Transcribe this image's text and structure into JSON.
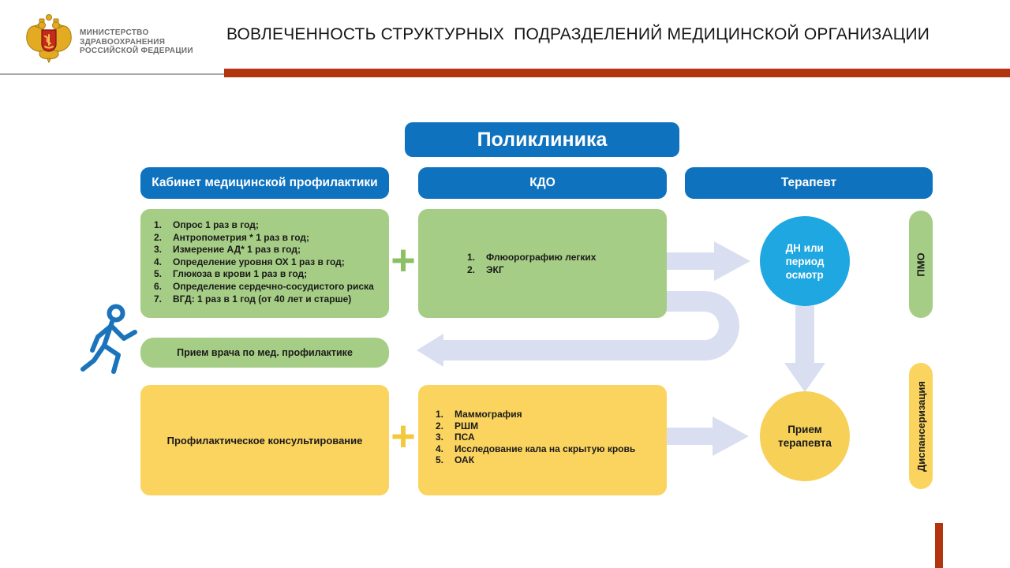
{
  "slide": {
    "header": {
      "ministry_name": "МИНИСТЕРСТВО\nЗДРАВООХРАНЕНИЯ\nРОССИЙСКОЙ ФЕДЕРАЦИИ",
      "title": "ВОВЛЕЧЕННОСТЬ СТРУКТУРНЫХ  ПОДРАЗДЕЛЕНИЙ МЕДИЦИНСКОЙ ОРГАНИЗАЦИИ"
    },
    "diagram": {
      "polyclinic_label": "Поликлиника",
      "column_headers": {
        "prevention_office": "Кабинет медицинской профилактики",
        "kdo": "КДО",
        "therapist": "Терапевт"
      },
      "prevention_office_services": [
        "Опрос 1 раз в год;",
        "Антропометрия * 1 раз в год;",
        "Измерение АД* 1 раз в год;",
        "Определение уровня ОХ 1 раз в год;",
        "Глюкоза в крови 1 раз в год;",
        "Определение сердечно-сосудистого риска",
        "ВГД: 1 раз в 1 год (от 40 лет и старше)"
      ],
      "plus_sign": "+",
      "kdo_pmo_services": [
        "Флюорографию легких",
        "ЭКГ"
      ],
      "dn_circle_label": "ДН или\nпериод\nосмотр",
      "prevention_doctor_pill": "Прием врача по мед. профилактике",
      "counseling_box_label": "Профилактическое консультирование",
      "kdo_dispensary_services": [
        "Маммография",
        "РШМ",
        "ПСА",
        "Исследование кала на скрытую кровь",
        "ОАК"
      ],
      "therapist_circle_label": "Прием\nтерапевта",
      "pmo_track_label": "ПМО",
      "dispensary_track_label": "Диспансеризация"
    },
    "icons": {
      "emblem": "ministry-of-health-emblem",
      "patient": "walking-person-icon",
      "arrows": "flow-arrow"
    },
    "colors": {
      "primary_blue": "#0e72bf",
      "circle_blue": "#1ea7e0",
      "green": "#a5cd85",
      "yellow": "#fbd45f",
      "arrow_lavender": "#d9dff0",
      "accent_red": "#b2350f"
    }
  }
}
